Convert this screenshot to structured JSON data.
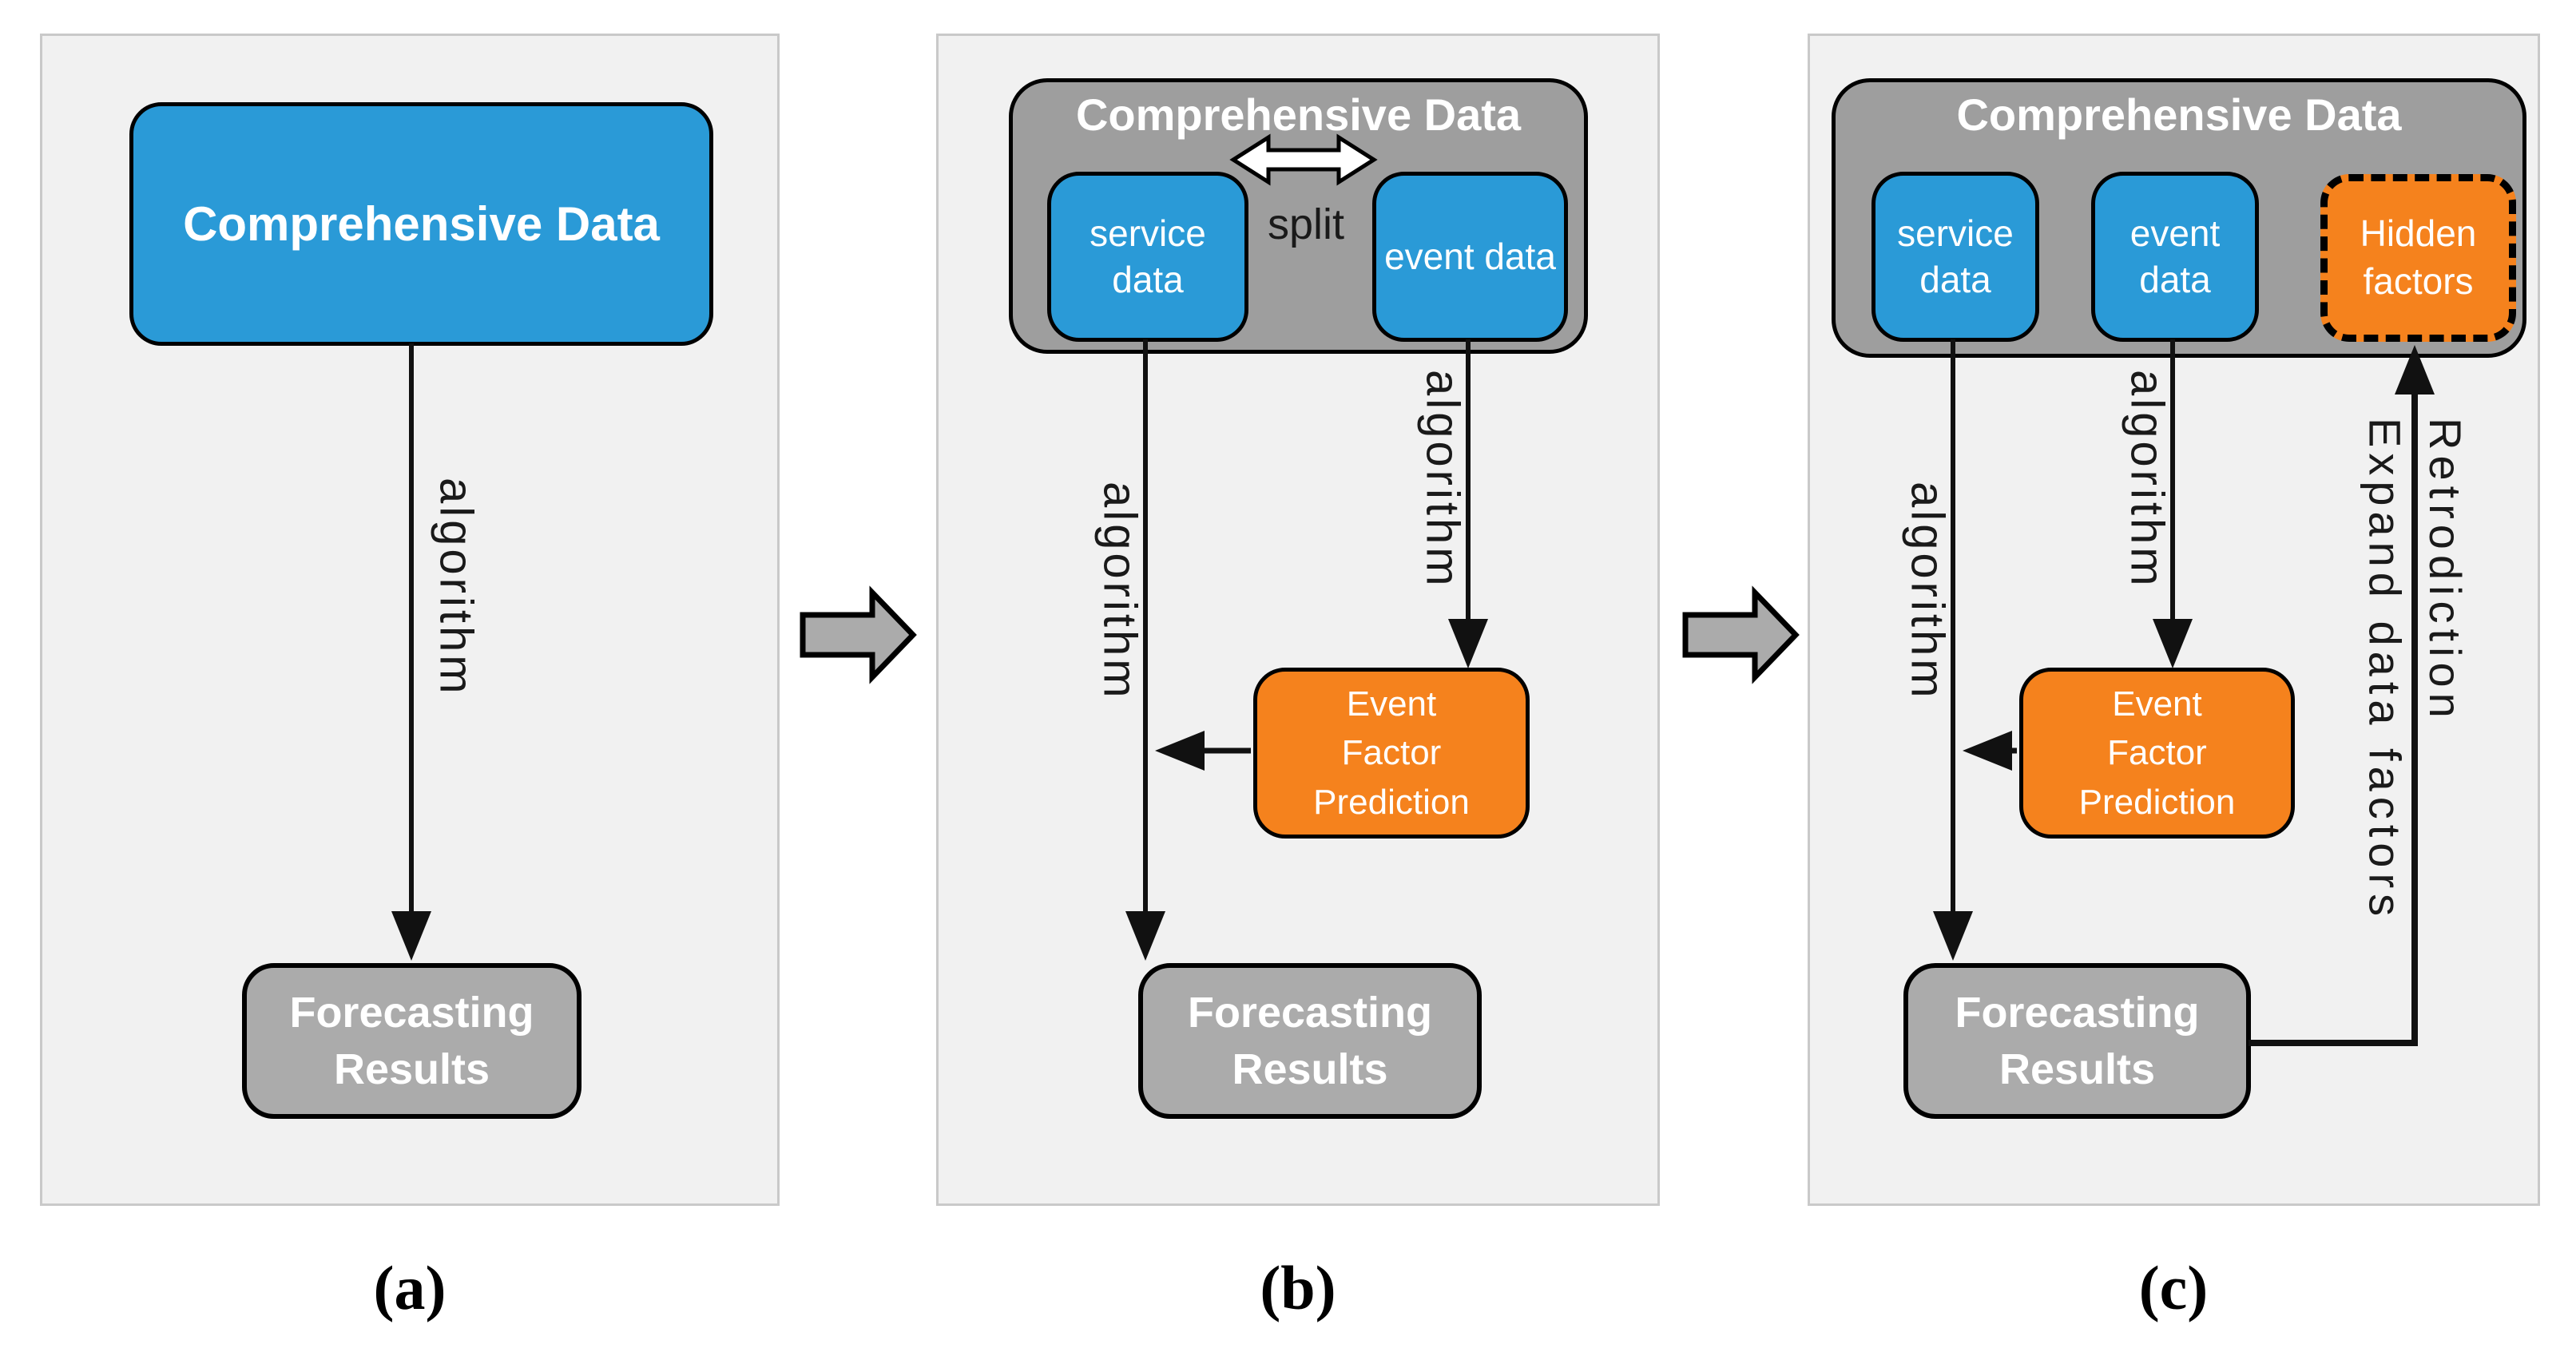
{
  "figure": {
    "colors": {
      "blue": "#2a9ad7",
      "container_gray": "#9e9e9e",
      "result_gray": "#ababab",
      "orange": "#f5821d",
      "panel_background": "#f1f1f1",
      "panel_border": "#c9c9c9",
      "line_black": "#111111",
      "split_arrow_white": "#ffffff"
    },
    "icons": {
      "panel_transition_arrow": "right-block-arrow",
      "split_arrow": "horizontal-double-arrow"
    },
    "panel_a": {
      "caption": "(a)",
      "source_label": "Comprehensive Data",
      "edge_label": "algorithm",
      "result_label": "Forecasting Results"
    },
    "panel_b": {
      "caption": "(b)",
      "container_label": "Comprehensive Data",
      "service_label": "service data",
      "event_label": "event data",
      "split_label": "split",
      "service_edge_label": "algorithm",
      "event_edge_label": "algorithm",
      "prediction_label": "Event Factor Prediction",
      "result_label": "Forecasting Results"
    },
    "panel_c": {
      "caption": "(c)",
      "container_label": "Comprehensive Data",
      "service_label": "service data",
      "event_label": "event data",
      "hidden_label": "Hidden factors",
      "service_edge_label": "algorithm",
      "event_edge_label": "algorithm",
      "prediction_label": "Event Factor Prediction",
      "result_label": "Forecasting Results",
      "feedback_label_1": "Retrodiction",
      "feedback_label_2": "Expand data factors"
    }
  }
}
